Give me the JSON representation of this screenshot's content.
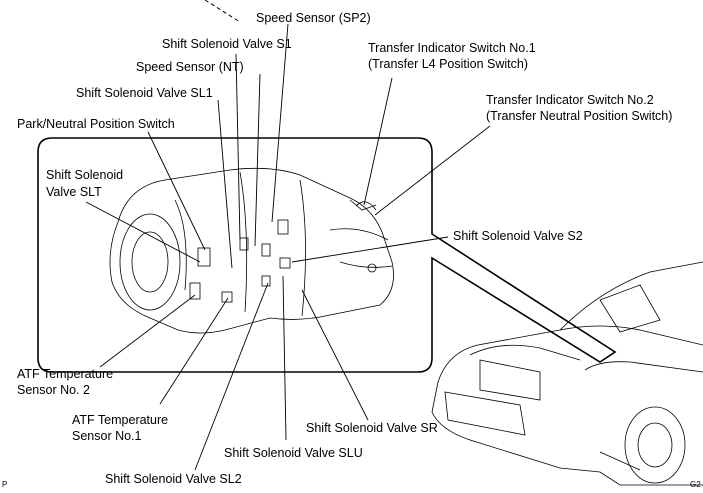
{
  "labels": {
    "speed_sensor_sp2": "Speed Sensor (SP2)",
    "shift_solenoid_s1": "Shift Solenoid Valve S1",
    "speed_sensor_nt": "Speed Sensor (NT)",
    "shift_solenoid_sl1": "Shift Solenoid Valve SL1",
    "park_neutral_switch": "Park/Neutral Position Switch",
    "shift_solenoid_slt_1": "Shift Solenoid",
    "shift_solenoid_slt_2": "Valve SLT",
    "transfer_switch_1_a": "Transfer Indicator Switch No.1",
    "transfer_switch_1_b": "(Transfer L4 Position Switch)",
    "transfer_switch_2_a": "Transfer Indicator Switch No.2",
    "transfer_switch_2_b": "(Transfer Neutral Position Switch)",
    "shift_solenoid_s2": "Shift Solenoid Valve S2",
    "atf_temp_2_a": "ATF Temperature",
    "atf_temp_2_b": "Sensor No. 2",
    "atf_temp_1_a": "ATF Temperature",
    "atf_temp_1_b": "Sensor No.1",
    "shift_solenoid_sr": "Shift Solenoid Valve SR",
    "shift_solenoid_slu": "Shift Solenoid Valve SLU",
    "shift_solenoid_sl2": "Shift Solenoid Valve SL2"
  },
  "corner_marks": {
    "left": "P",
    "right": "G2"
  }
}
